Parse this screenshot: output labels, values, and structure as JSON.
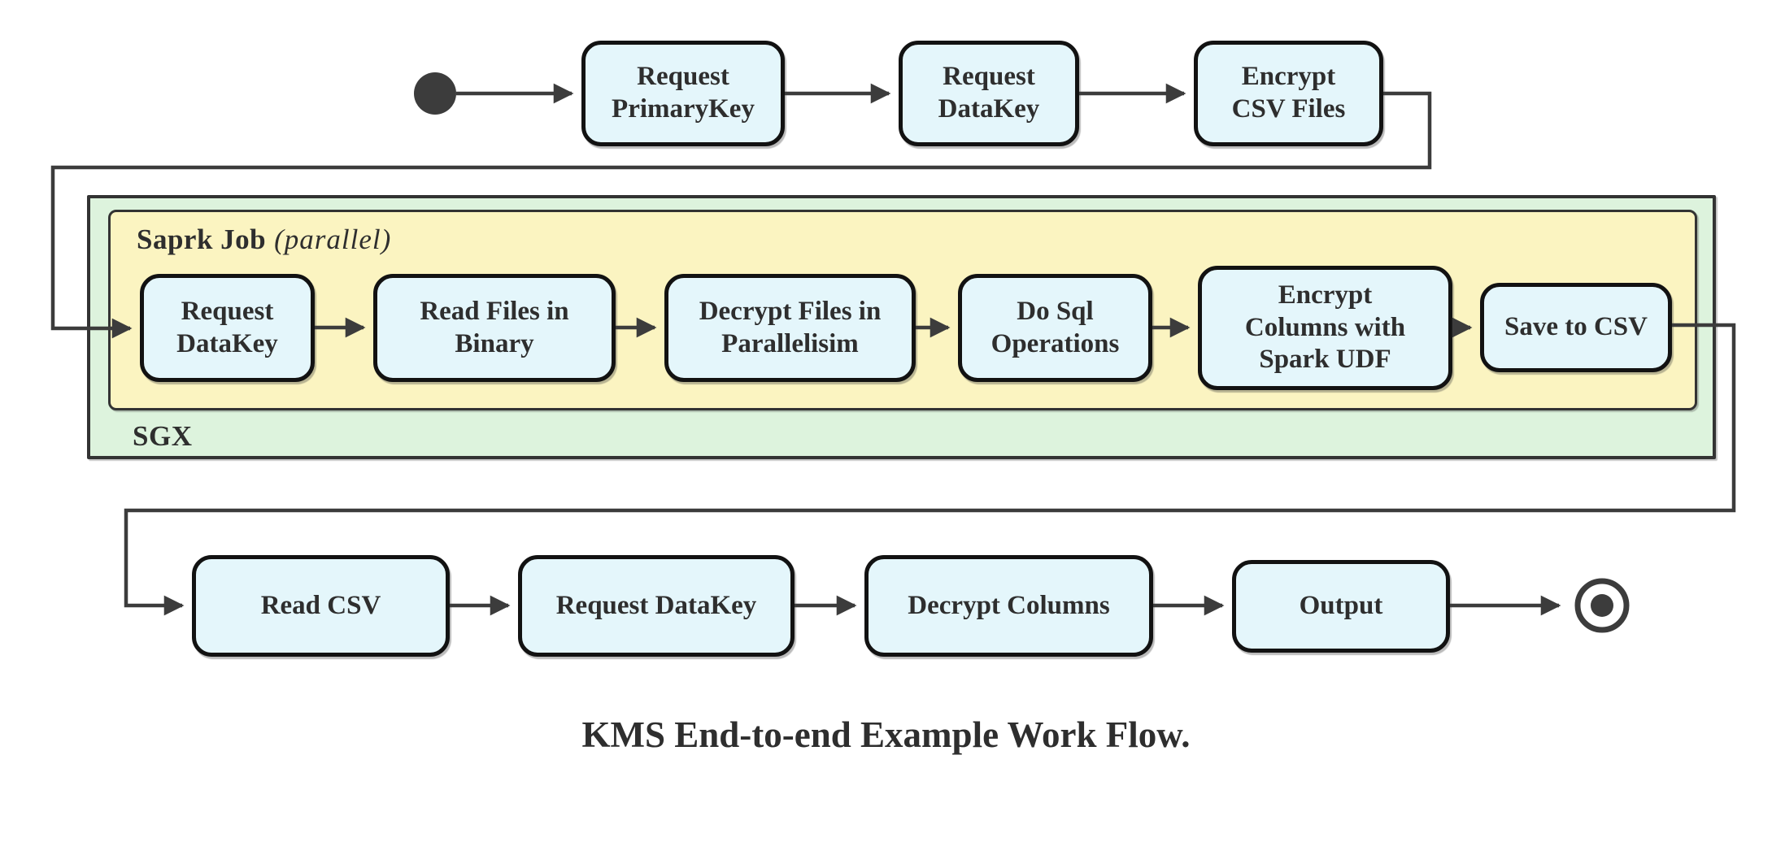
{
  "caption": "KMS End-to-end Example Work Flow.",
  "colors": {
    "background": "#ffffff",
    "node_fill": "#e4f6fb",
    "node_border": "#121212",
    "sgx_fill": "#ddf3dd",
    "spark_fill": "#fbf4c1",
    "container_border": "#333333",
    "connector": "#3c3c3c",
    "text": "#2e2e2e"
  },
  "top_row": {
    "nodes": [
      {
        "label": "Request\nPrimaryKey"
      },
      {
        "label": "Request\nDataKey"
      },
      {
        "label": "Encrypt\nCSV Files"
      }
    ]
  },
  "sgx_group": {
    "title": "SGX"
  },
  "spark_group": {
    "title": "Saprk Job",
    "qualifier": "(parallel)",
    "nodes": [
      {
        "label": "Request\nDataKey"
      },
      {
        "label": "Read Files in\nBinary"
      },
      {
        "label": "Decrypt Files in\nParallelisim"
      },
      {
        "label": "Do Sql\nOperations"
      },
      {
        "label": "Encrypt\nColumns with\nSpark UDF"
      },
      {
        "label": "Save to CSV"
      }
    ]
  },
  "bottom_row": {
    "nodes": [
      {
        "label": "Read CSV"
      },
      {
        "label": "Request DataKey"
      },
      {
        "label": "Decrypt Columns"
      },
      {
        "label": "Output"
      }
    ]
  }
}
